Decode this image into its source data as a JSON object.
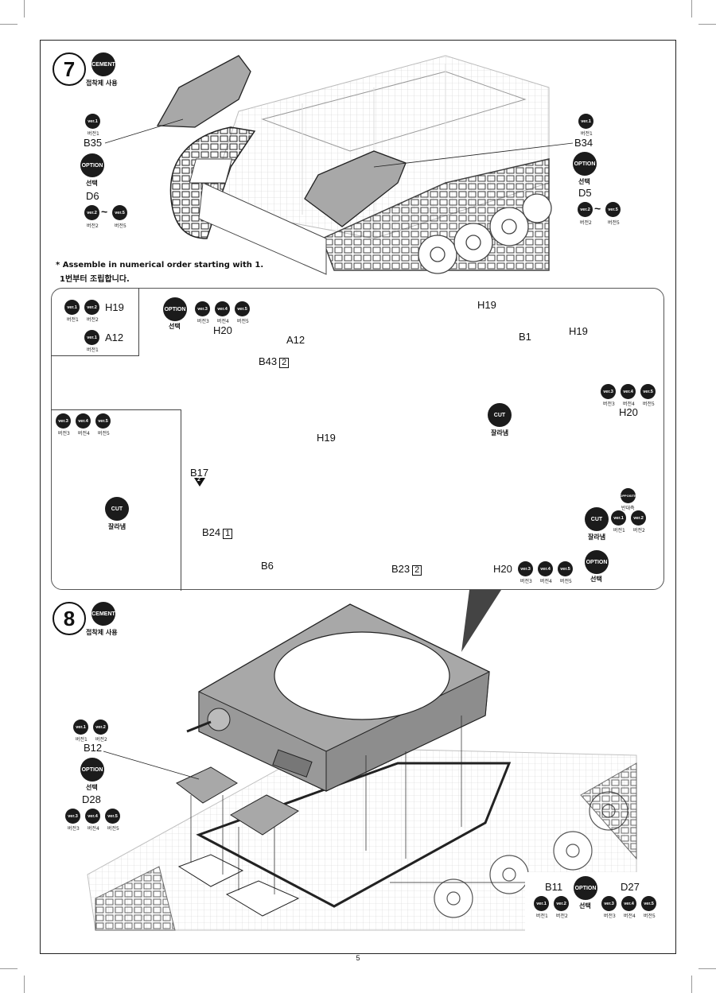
{
  "page": {
    "number": "5"
  },
  "step7": {
    "number": "7",
    "cement_label": "CEMENT",
    "cement_sub": "접착제 사용",
    "note_line1": "* Assemble in numerical order starting with 1.",
    "note_line2": "1번부터 조립합니다.",
    "left_ver1": "ver.1",
    "left_ver1_sub": "버전1",
    "b35": "B35",
    "left_option": "OPTION",
    "left_option_sub": "선택",
    "d6": "D6",
    "left_ver2": "ver.2",
    "left_ver2_sub": "버전2",
    "left_ver5": "ver.5",
    "left_ver5_sub": "버전5",
    "tilde": "~",
    "right_ver1": "ver.1",
    "right_ver1_sub": "버전1",
    "b34": "B34",
    "right_option": "OPTION",
    "right_option_sub": "선택",
    "d5": "D5",
    "right_ver2": "ver.2",
    "right_ver2_sub": "버전2",
    "right_ver5": "ver.5",
    "right_ver5_sub": "버전5"
  },
  "detail": {
    "legend": {
      "v1": "ver.1",
      "v1s": "버전1",
      "v2": "ver.2",
      "v2s": "버전2",
      "h19": "H19",
      "v1b": "ver.1",
      "v1bs": "버전1",
      "a12": "A12"
    },
    "option_top": "OPTION",
    "option_top_sub": "선택",
    "top_v3": "ver.3",
    "top_v3s": "버전3",
    "top_v4": "ver.4",
    "top_v4s": "버전4",
    "top_v5": "ver.5",
    "top_v5s": "버전5",
    "h20_top": "H20",
    "h19_top": "H19",
    "a12": "A12",
    "b1": "B1",
    "h19_right": "H19",
    "b43": "B43",
    "b43n": "2",
    "cut_center": "CUT",
    "cut_center_sub": "잘라냄",
    "h19_mid": "H19",
    "b17": "B17",
    "b17n": "2",
    "b24": "B24",
    "b24n": "1",
    "b6": "B6",
    "b23": "B23",
    "b23n": "2",
    "h20_bottom": "H20",
    "bot_v3": "ver.3",
    "bot_v3s": "버전3",
    "bot_v4": "ver.4",
    "bot_v4s": "버전4",
    "bot_v5": "ver.5",
    "bot_v5s": "버전5",
    "option_bottom": "OPTION",
    "option_bottom_sub": "선택",
    "right_v3": "ver.3",
    "right_v3s": "버전3",
    "right_v4": "ver.4",
    "right_v4s": "버전4",
    "right_v5": "ver.5",
    "right_v5s": "버전5",
    "h20_right": "H20",
    "opposite": "OPPOSITE",
    "opposite_sub": "반대측",
    "cut_right": "CUT",
    "cut_right_sub": "잘라냄",
    "cr_v1": "ver.1",
    "cr_v1s": "버전1",
    "cr_v2": "ver.2",
    "cr_v2s": "버전2",
    "inset_v3": "ver.3",
    "inset_v3s": "버전3",
    "inset_v4": "ver.4",
    "inset_v4s": "버전4",
    "inset_v5": "ver.5",
    "inset_v5s": "버전5",
    "inset_cut": "CUT",
    "inset_cut_sub": "잘라냄"
  },
  "step8": {
    "number": "8",
    "cement_label": "CEMENT",
    "cement_sub": "접착제 사용",
    "v1": "ver.1",
    "v1s": "버전1",
    "v2": "ver.2",
    "v2s": "버전2",
    "b12": "B12",
    "option": "OPTION",
    "option_sub": "선택",
    "d28": "D28",
    "v3": "ver.3",
    "v3s": "버전3",
    "v4": "ver.4",
    "v4s": "버전4",
    "v5": "ver.5",
    "v5s": "버전5",
    "b11": "B11",
    "b11_option": "OPTION",
    "b11_option_sub": "선택",
    "d27": "D27",
    "b11_v1": "ver.1",
    "b11_v1s": "버전1",
    "b11_v2": "ver.2",
    "b11_v2s": "버전2",
    "d27_v3": "ver.3",
    "d27_v3s": "버전3",
    "d27_v4": "ver.4",
    "d27_v4s": "버전4",
    "d27_v5": "ver.5",
    "d27_v5s": "버전5"
  },
  "colors": {
    "ink": "#111111",
    "part_grey": "#a8a8a8",
    "dark_part": "#3a3a3a",
    "badge": "#1b1b1b"
  }
}
